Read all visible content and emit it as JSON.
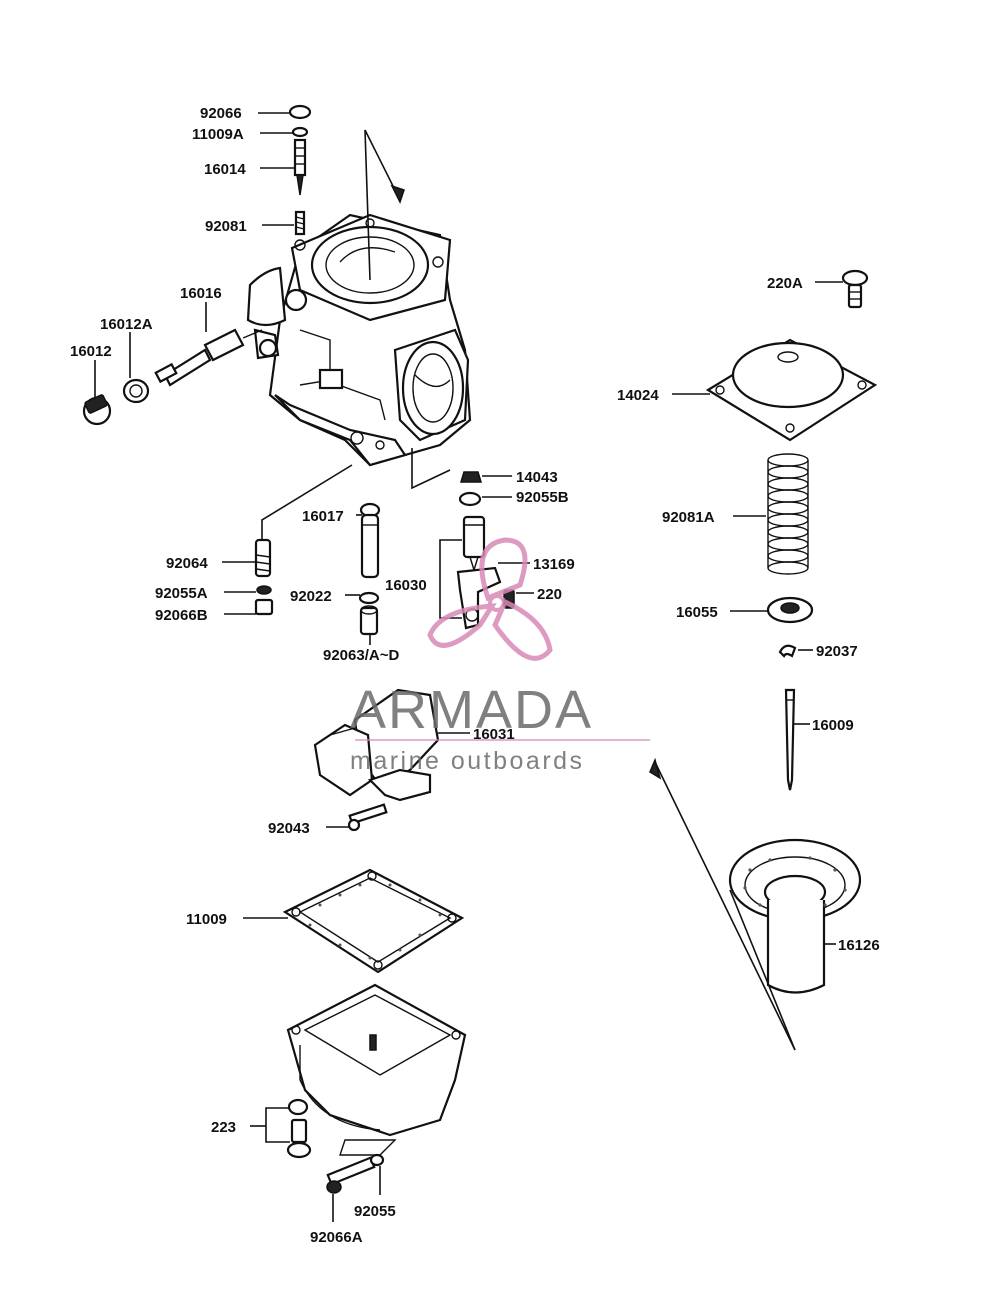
{
  "labels": {
    "l_92066": "92066",
    "l_11009A": "11009A",
    "l_16014": "16014",
    "l_92081": "92081",
    "l_16016": "16016",
    "l_16012A": "16012A",
    "l_16012": "16012",
    "l_220A": "220A",
    "l_14024": "14024",
    "l_14043": "14043",
    "l_92055B": "92055B",
    "l_16017": "16017",
    "l_92081A": "92081A",
    "l_13169": "13169",
    "l_92064": "92064",
    "l_16030": "16030",
    "l_220": "220",
    "l_92055A": "92055A",
    "l_92022": "92022",
    "l_92066B": "92066B",
    "l_16055": "16055",
    "l_92063": "92063/A~D",
    "l_92037": "92037",
    "l_16009": "16009",
    "l_16031": "16031",
    "l_92043": "92043",
    "l_11009": "11009",
    "l_16126": "16126",
    "l_223": "223",
    "l_92055": "92055",
    "l_92066A": "92066A"
  },
  "watermark": {
    "brand": "ARMADA",
    "tagline": "marine outboards",
    "color": "#6b6b6b",
    "accent": "#d98ab8"
  }
}
